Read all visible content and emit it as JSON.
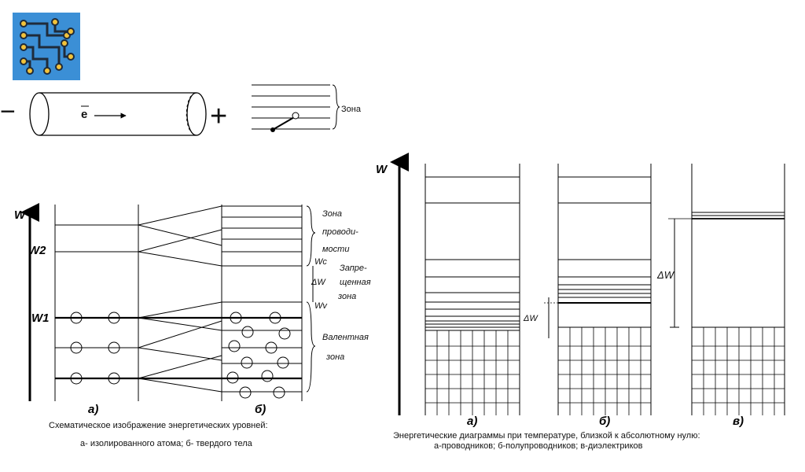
{
  "logo": {
    "icon": "circuit-board-icon",
    "bg_color": "#3b8fd6",
    "line_color": "#1f2b3a",
    "node_color": "#f2c23a"
  },
  "top": {
    "minus": "−",
    "plus": "+",
    "electron": "e",
    "zone_label": "Зона"
  },
  "left": {
    "axis": "W",
    "w2": "W2",
    "w1": "W1",
    "wc": "Wc",
    "wv": "Wv",
    "dw": "ΔW",
    "zone_cond_1": "Зона",
    "zone_cond_2": "проводи-",
    "zone_cond_3": "мости",
    "zone_forb_1": "Запре-",
    "zone_forb_2": "щенная",
    "zone_forb_3": "зона",
    "zone_val_1": "Валентная",
    "zone_val_2": "зона",
    "sub_a": "а)",
    "sub_b": "б)",
    "caption_1": "Схематическое изображение энергетических уровней:",
    "caption_2": "а- изолированного атома; б- твердого тела"
  },
  "right": {
    "axis": "W",
    "dw_b": "ΔW",
    "dw_c": "ΔW",
    "sub_a": "а)",
    "sub_b": "б)",
    "sub_c": "в)",
    "caption_1": "Энергетические диаграммы при температуре, близкой к абсолютному нулю:",
    "caption_2": "а-проводников; б-полупроводников; в-диэлектриков"
  }
}
